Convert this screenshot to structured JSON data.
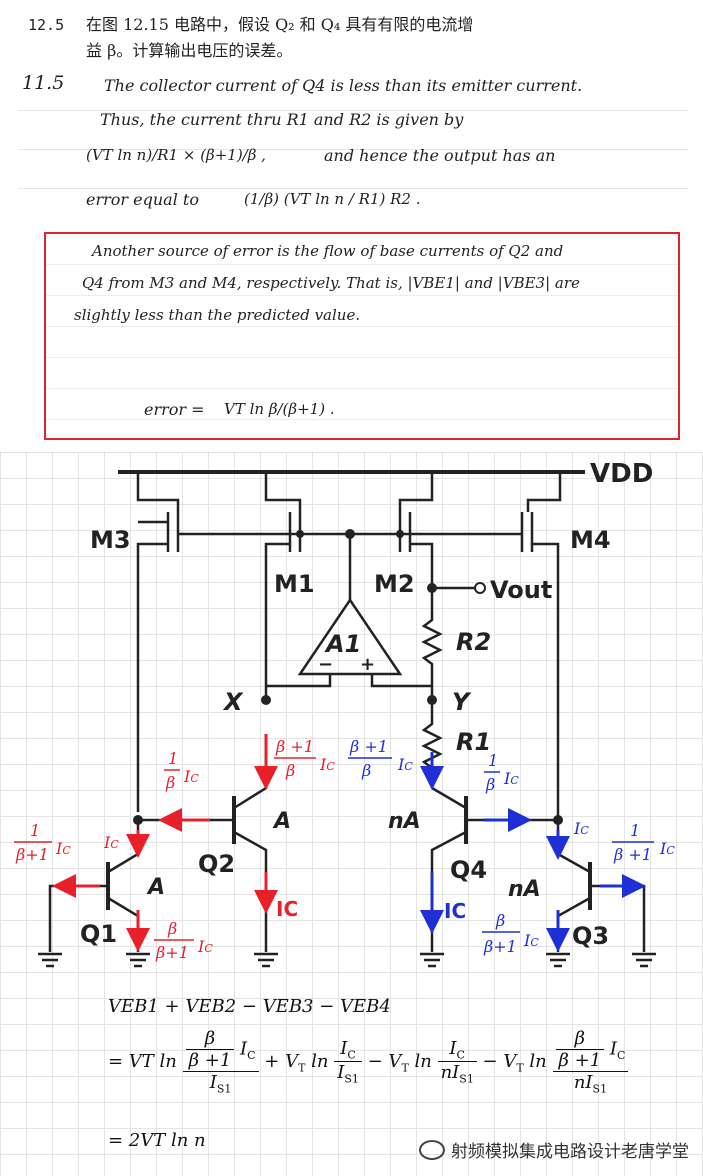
{
  "problem": {
    "number": "12.5",
    "text_line1": "在图 12.15 电路中，假设 Q₂ 和 Q₄ 具有有限的电流增",
    "text_line2": "益 β。计算输出电压的误差。"
  },
  "solution": {
    "number": "11.5",
    "line1": "The collector current of Q4 is less than its emitter current.",
    "line2": "Thus, the current thru R1 and R2 is given by",
    "line3a": "(VT ln n)/R1 × (β+1)/β ,",
    "line3b": "and hence the output has an",
    "line4a": "error equal to",
    "line4b": "(1/β) (VT ln n / R1) R2 ."
  },
  "box_note": {
    "line1": "Another source of error is the flow of base currents of Q2 and",
    "line2": "Q4 from M3 and M4, respectively. That is, |VBE1| and |VBE3| are",
    "line3": "slightly less than the predicted value.",
    "error_label": "error =",
    "error_expr": "VT ln β/(β+1) ."
  },
  "circuit": {
    "vdd": "VDD",
    "m3": "M3",
    "m1": "M1",
    "m2": "M2",
    "m4": "M4",
    "vout": "Vout",
    "a1": "A1",
    "minus": "−",
    "plus": "+",
    "r2": "R2",
    "r1": "R1",
    "x": "X",
    "y": "Y",
    "q1": "Q1",
    "q2": "Q2",
    "q3": "Q3",
    "q4": "Q4",
    "a_left": "A",
    "a_q2": "A",
    "na_q4": "nA",
    "na_q3": "nA",
    "ic": "IC",
    "colors": {
      "red": "#e8202a",
      "blue": "#1f2fd6",
      "black": "#222222"
    }
  },
  "equations": {
    "line1": "VEB1 + VEB2 − VEB3 − VEB4",
    "line2_lead": "= VT ln",
    "line3": "= 2VT ln n"
  },
  "watermark": "射频模拟集成电路设计老唐学堂"
}
